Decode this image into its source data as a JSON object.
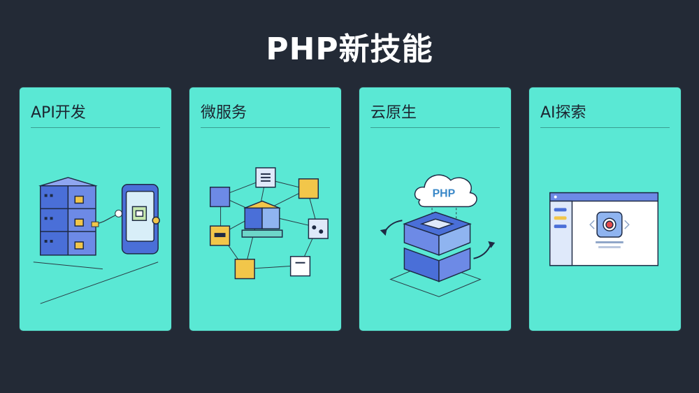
{
  "page": {
    "title": "PHP新技能"
  },
  "cards": [
    {
      "title": "API开发",
      "illustration": "server-phone-icon"
    },
    {
      "title": "微服务",
      "illustration": "microservices-network-icon"
    },
    {
      "title": "云原生",
      "illustration": "cloud-server-icon",
      "cloud_label": "PHP"
    },
    {
      "title": "AI探索",
      "illustration": "ai-window-icon"
    }
  ],
  "colors": {
    "background": "#232a36",
    "card": "#5ae8d4",
    "accent_blue": "#4a6fd8",
    "accent_yellow": "#f2c64a"
  }
}
